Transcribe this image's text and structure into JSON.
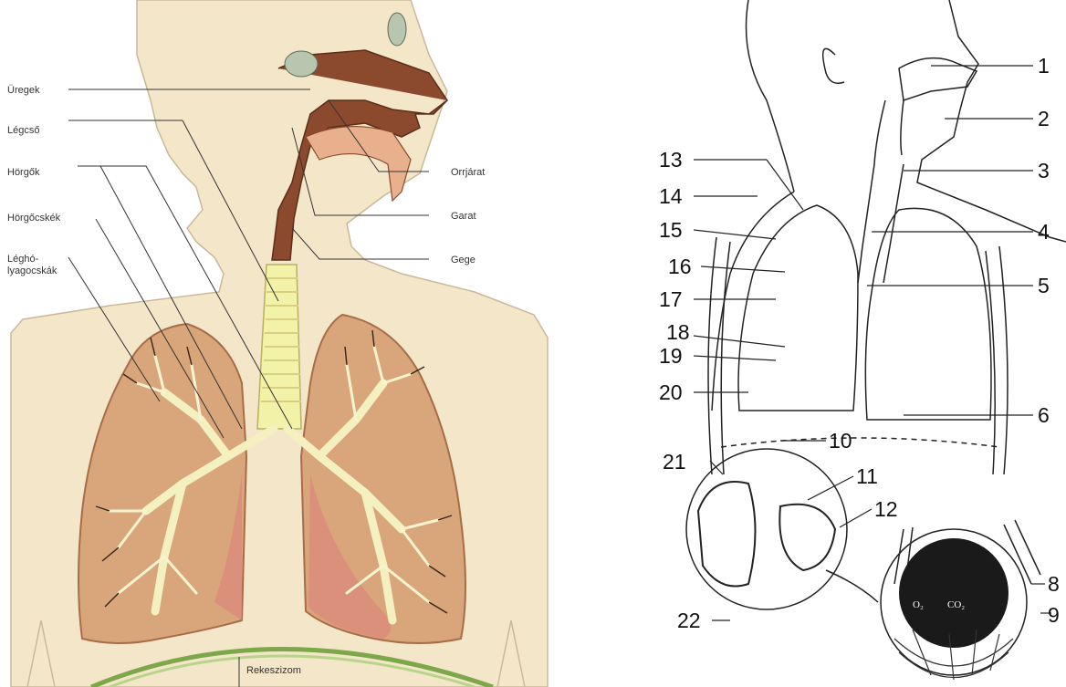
{
  "left_diagram": {
    "labels": {
      "uregek": "Üregek",
      "legcso": "Légcső",
      "horgok": "Hörgők",
      "horgocskek": "Hörgőcskék",
      "leghoylagocskak_line1": "Léghó-",
      "leghoylagocskak_line2": "lyagocskák",
      "orrjarat": "Orrjárat",
      "garat": "Garat",
      "gege": "Gege",
      "rekeszizom": "Rekeszizom"
    },
    "colors": {
      "skin": "#f4e6c8",
      "lung": "#d9a57a",
      "lung_dark": "#c8845e",
      "airway": "#f2f2a8",
      "nasal": "#8b4a2e",
      "diaphragm": "#7da84a"
    }
  },
  "right_diagram": {
    "numbers": [
      "1",
      "2",
      "3",
      "4",
      "5",
      "6",
      "8",
      "9",
      "10",
      "11",
      "12",
      "13",
      "14",
      "15",
      "16",
      "17",
      "18",
      "19",
      "20",
      "21",
      "22"
    ],
    "gas_labels": {
      "o2": "O₂",
      "co2": "CO₂"
    }
  }
}
